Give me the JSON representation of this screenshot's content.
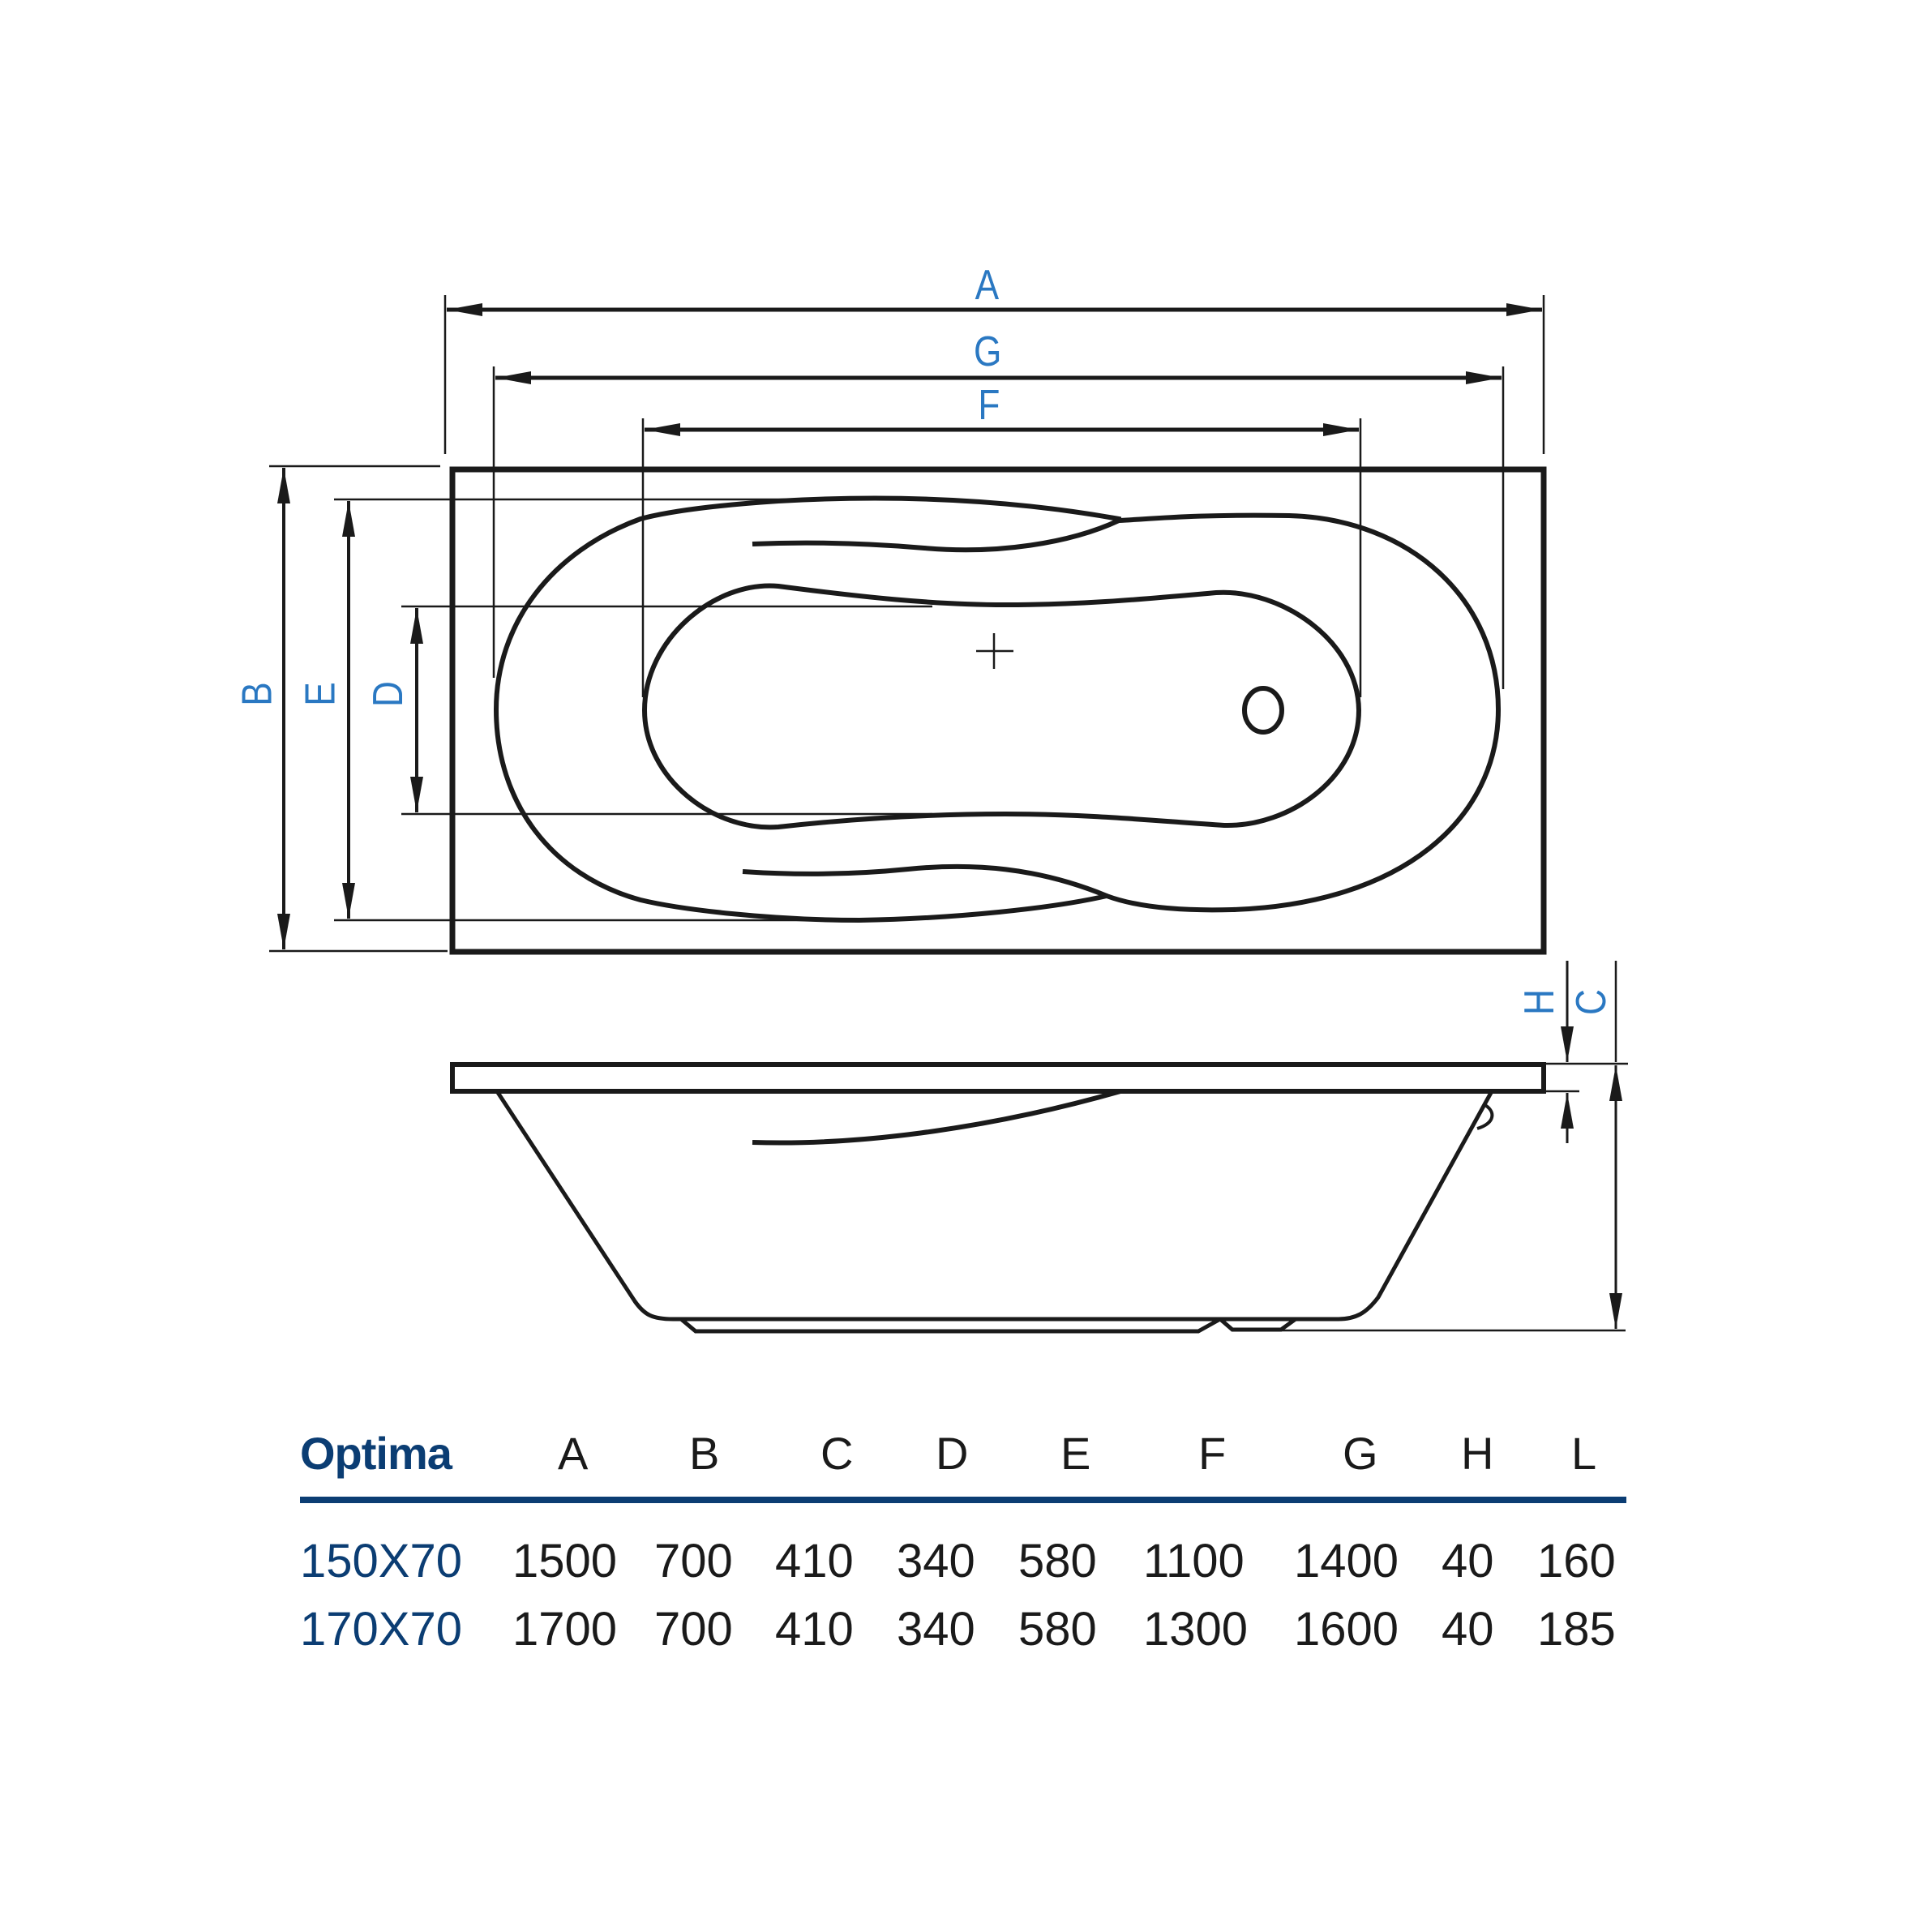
{
  "drawing": {
    "title": "Optima bathtub dimensional drawing",
    "views": [
      "top-view",
      "side-view"
    ],
    "dimension_labels": {
      "A": "A",
      "B": "B",
      "C": "C",
      "D": "D",
      "E": "E",
      "F": "F",
      "G": "G",
      "H": "H"
    },
    "label_color": "#2a78c2",
    "line_color": "#1a1a1a"
  },
  "table": {
    "title": "Optima",
    "title_color": "#0b3d73",
    "rule_color": "#0b3d73",
    "columns": [
      "A",
      "B",
      "C",
      "D",
      "E",
      "F",
      "G",
      "H",
      "L"
    ],
    "rows": [
      {
        "model": "150X70",
        "values": [
          "1500",
          "700",
          "410",
          "340",
          "580",
          "1100",
          "1400",
          "40",
          "160"
        ]
      },
      {
        "model": "170X70",
        "values": [
          "1700",
          "700",
          "410",
          "340",
          "580",
          "1300",
          "1600",
          "40",
          "185"
        ]
      }
    ]
  }
}
